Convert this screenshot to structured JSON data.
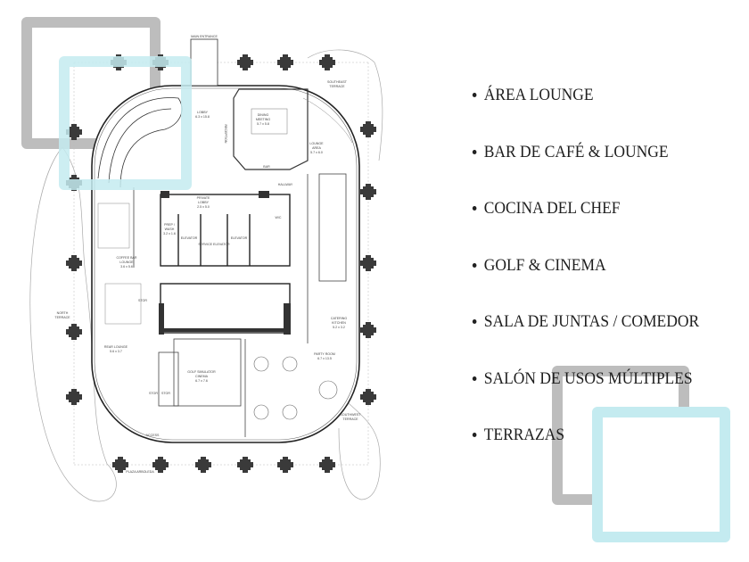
{
  "amenities": [
    "ÁREA LOUNGE",
    "BAR DE CAFÉ & LOUNGE",
    "COCINA DEL CHEF",
    "GOLF & CINEMA",
    "SALA DE JUNTAS / COMEDOR",
    "SALÓN DE USOS MÚLTIPLES",
    "TERRAZAS"
  ],
  "plan_labels": {
    "main_entrance": "MAIN ENTRANCE",
    "lobby": "LOBBY",
    "lobby_size": "6.3 x 15.8",
    "reception": "RECEPTION",
    "dining": "DINING",
    "meeting": "MEETING",
    "dining_size": "5.7 x 5.8",
    "bar": "BAR",
    "lounge": "LOUNGE",
    "area": "AREA",
    "lounge_size": "5.7 x 6.0",
    "southeast": "SOUTHEAST",
    "terrace": "TERRACE",
    "hallway": "HALLWAY",
    "private": "PRIVATE",
    "private_lobby": "LOBBY",
    "private_size": "2.5 x 5.0",
    "prep": "PREP /",
    "wash": "WASH",
    "prep_size": "3.2 x 1.6",
    "elevator": "ELEVATOR",
    "service_elevator": "SERVICE ELEVATOR",
    "wc": "W/C",
    "coffee_bar": "COFFEE BAR",
    "coffee_lounge": "LOUNGE",
    "coffee_size": "3.6 x 5.6",
    "north": "NORTH",
    "stor": "STOR",
    "rear_lounge": "REAR LOUNGE",
    "rear_size": "5.6 x 3.7",
    "golf": "GOLF SIMULATOR",
    "cinema": "CINEMA",
    "golf_size": "6.7 x 7.6",
    "catering": "CATERING",
    "kitchen": "KITCHEN",
    "catering_size": "5.2 x 3.2",
    "party_room": "PARTY ROOM",
    "party_size": "6.7 x 13.5",
    "southwest": "SOUTHWEST",
    "access": "ACCESS",
    "plaza": "PLAZA ARBOLEDA"
  },
  "colors": {
    "frame_gray": "#bdbdbd",
    "frame_cyan": "#c4ebf0",
    "column": "#3a3a3a"
  }
}
